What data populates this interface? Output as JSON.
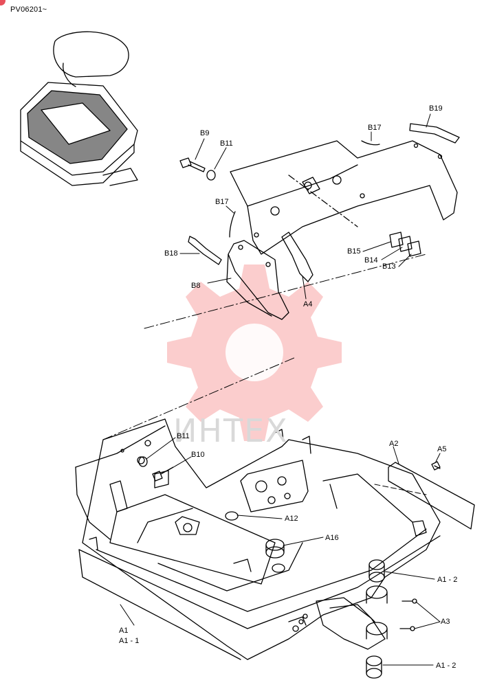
{
  "header": {
    "serial_range": "PV06201~"
  },
  "watermark": {
    "text": "ИНТЕХ",
    "color": "#f04a4a"
  },
  "labels": {
    "b19": "B19",
    "b17_top": "B17",
    "b9": "B9",
    "b11_top": "B11",
    "b17_mid": "B17",
    "b15": "B15",
    "b14": "B14",
    "b13": "B13",
    "b18": "B18",
    "b8": "B8",
    "a4": "A4",
    "b11_low": "B11",
    "b10": "B10",
    "a2": "A2",
    "a5": "A5",
    "a12": "A12",
    "a16": "A16",
    "a1_2_top": "A1 - 2",
    "a3": "A3",
    "a1": "A1",
    "a1_1": "A1 - 1",
    "a1_2_bottom": "A1 - 2"
  }
}
